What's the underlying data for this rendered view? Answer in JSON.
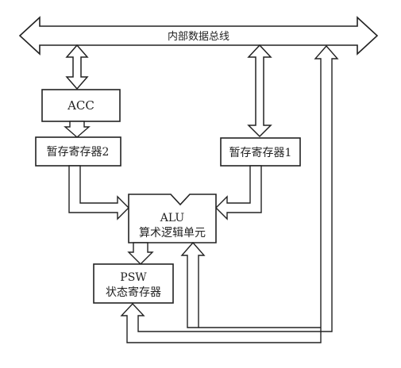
{
  "bus": {
    "label": "内部数据总线"
  },
  "blocks": {
    "acc": "ACC",
    "temp_reg_2": "暂存寄存器2",
    "temp_reg_1": "暂存寄存器1",
    "alu_line1": "ALU",
    "alu_line2": "算术逻辑单元",
    "psw_line1": "PSW",
    "psw_line2": "状态寄存器"
  }
}
